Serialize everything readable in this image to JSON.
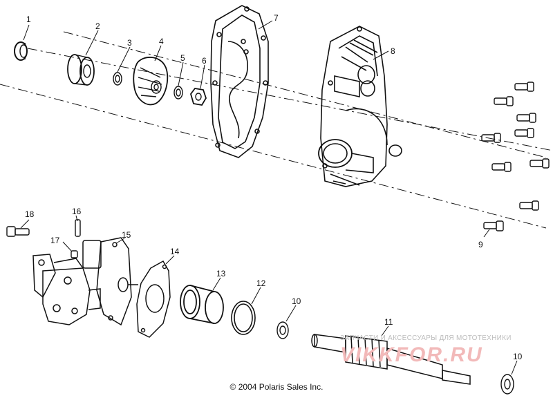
{
  "callouts": {
    "c1": "1",
    "c2": "2",
    "c3": "3",
    "c4": "4",
    "c5": "5",
    "c6": "6",
    "c7": "7",
    "c8": "8",
    "c9": "9",
    "c10a": "10",
    "c10b": "10",
    "c11": "11",
    "c12": "12",
    "c13": "13",
    "c14": "14",
    "c15": "15",
    "c16": "16",
    "c17": "17",
    "c18": "18"
  },
  "copyright": "© 2004 Polaris Sales Inc.",
  "watermark": {
    "tagline": "ЗАПЧАСТИ И АКСЕССУАРЫ ДЛЯ МОТОТЕХНИКИ",
    "logo": "VIKKFOR.RU"
  },
  "colors": {
    "line": "#111111",
    "watermark": "#f2b9b9"
  }
}
